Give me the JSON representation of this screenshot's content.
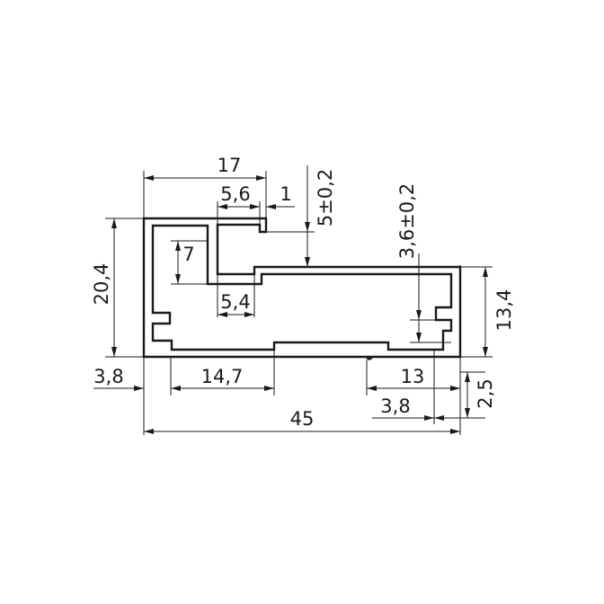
{
  "dimensions": {
    "overall_width": "45",
    "top_section_width": "17",
    "lip_width": "5,6",
    "lip_step": "1",
    "top_offset": "5±0,2",
    "inner_groove": "3,6±0,2",
    "left_height": "20,4",
    "right_height": "13,4",
    "notch_height": "7",
    "notch_width": "5,4",
    "wall_left": "3,8",
    "bottom_span": "14,7",
    "right_span": "13",
    "right_wall": "3,8",
    "foot_height": "2,5"
  }
}
